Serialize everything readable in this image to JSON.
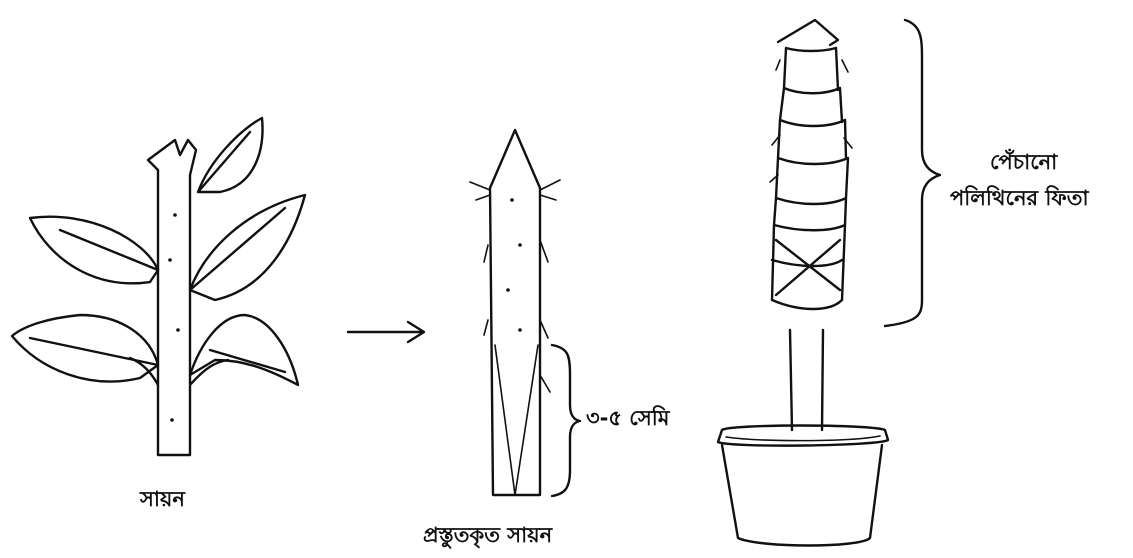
{
  "labels": {
    "scion": "সায়ন",
    "prepared_scion": "প্রস্তুতকৃত সায়ন",
    "cut_length": "৩-৫ সেমি",
    "wrapped_line1": "পেঁচানো",
    "wrapped_line2": "পলিথিনের ফিতা"
  },
  "colors": {
    "ink": "#111111",
    "background": "#ffffff"
  }
}
